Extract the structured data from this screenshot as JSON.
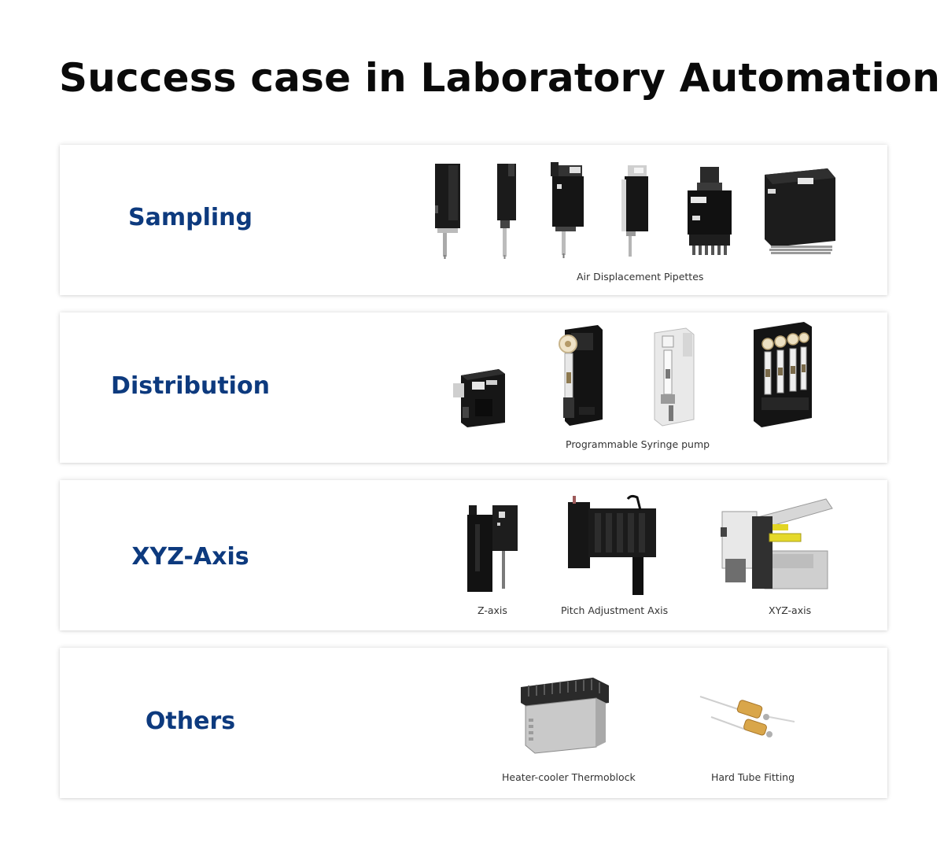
{
  "page": {
    "title": "Success case in Laboratory Automation"
  },
  "sections": [
    {
      "category": "Sampling",
      "captions": [
        "Air Displacement Pipettes"
      ]
    },
    {
      "category": "Distribution",
      "captions": [
        "Programmable Syringe pump"
      ]
    },
    {
      "category": "XYZ-Axis",
      "captions": [
        "Z-axis",
        "Pitch Adjustment Axis",
        "XYZ-axis"
      ]
    },
    {
      "category": "Others",
      "captions": [
        "Heater-cooler Thermoblock",
        "Hard Tube Fitting"
      ]
    }
  ],
  "colors": {
    "heading": "#0a0a0a",
    "category": "#0d3a7e",
    "caption": "#333333",
    "card_bg": "#ffffff"
  }
}
